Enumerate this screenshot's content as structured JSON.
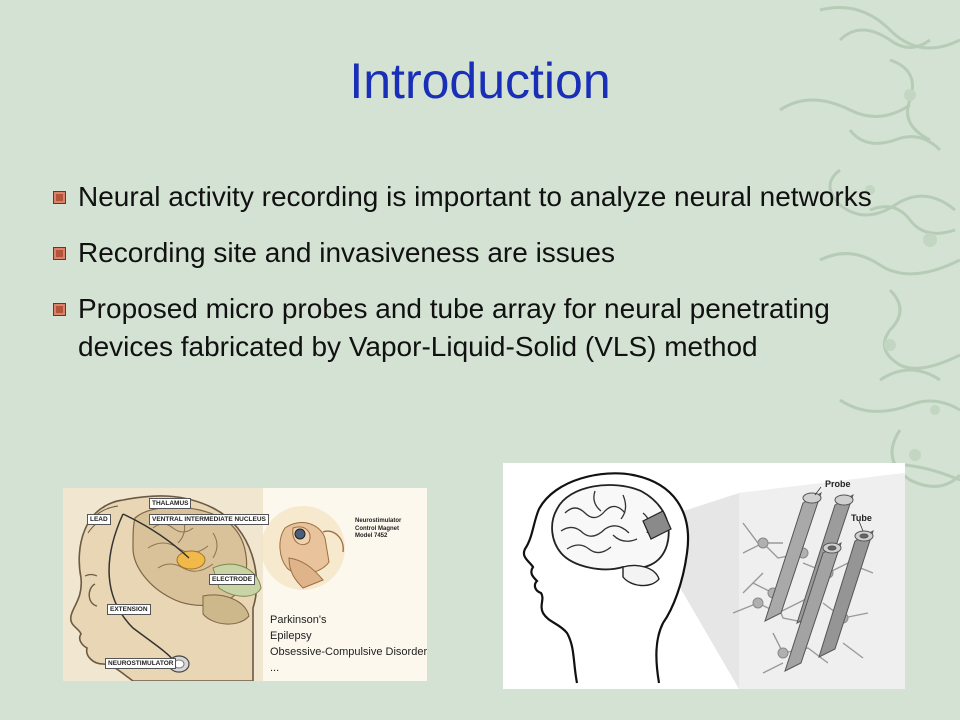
{
  "slide": {
    "title": "Introduction",
    "bullets": [
      "Neural activity recording is important to analyze neural networks",
      "Recording site and invasiveness are issues",
      "Proposed micro probes and tube array for neural penetrating devices fabricated by Vapor-Liquid-Solid (VLS) method"
    ]
  },
  "figure_left": {
    "labels": {
      "thalamus": "THALAMUS",
      "lead": "LEAD",
      "ventral": "VENTRAL INTERMEDIATE NUCLEUS",
      "electrode": "ELECTRODE",
      "extension": "EXTENSION",
      "neurostimulator": "NEUROSTIMULATOR"
    },
    "magnet_caption": [
      "Neurostimulator",
      "Control Magnet",
      "Model 7452"
    ],
    "conditions": [
      "Parkinson's",
      "Epilepsy",
      "Obsessive-Compulsive Disorder.",
      "..."
    ]
  },
  "figure_right": {
    "probe_label": "Probe",
    "tube_label": "Tube"
  },
  "colors": {
    "background": "#d4e2d3",
    "title": "#1a2fb8",
    "bullet_marker": "#b4533a"
  }
}
